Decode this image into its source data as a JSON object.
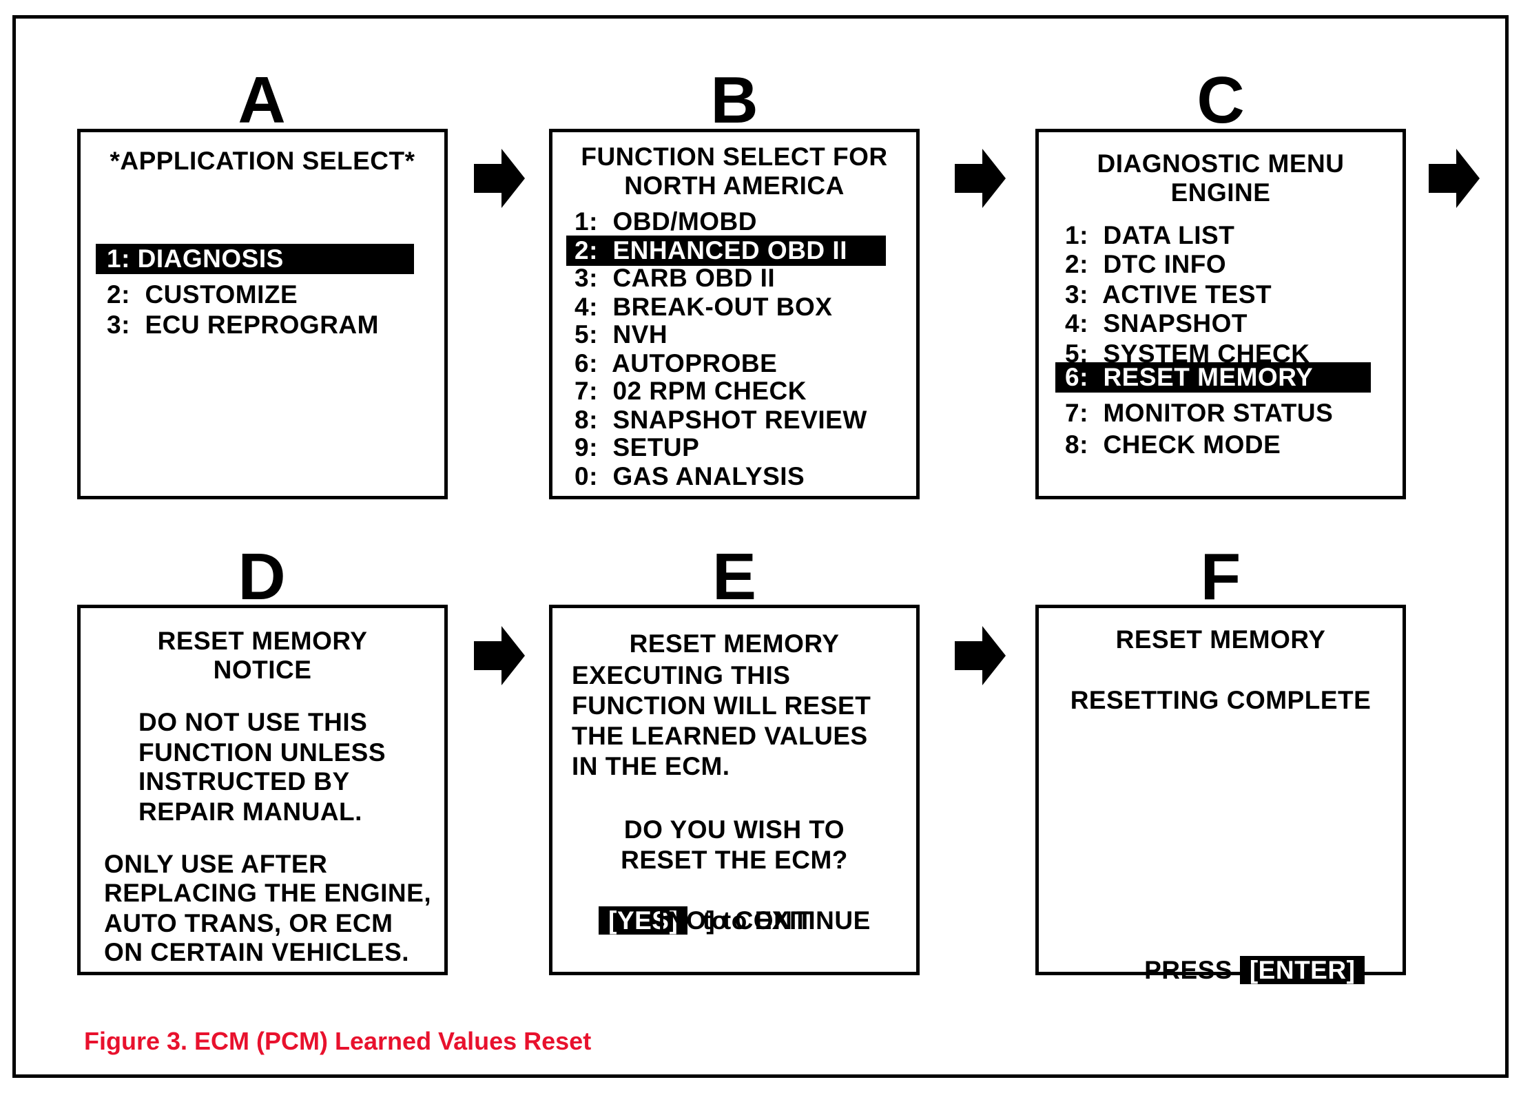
{
  "panels": {
    "A": {
      "letter": "A",
      "title": "*APPLICATION SELECT*",
      "items": [
        "1: DIAGNOSIS",
        "2:  CUSTOMIZE",
        "3:  ECU REPROGRAM"
      ]
    },
    "B": {
      "letter": "B",
      "title_line1": "FUNCTION SELECT FOR",
      "title_line2": "NORTH AMERICA",
      "items": [
        "1:  OBD/MOBD",
        "2:  ENHANCED OBD II",
        "3:  CARB OBD II",
        "4:  BREAK-OUT BOX",
        "5:  NVH",
        "6:  AUTOPROBE",
        "7:  02 RPM CHECK",
        "8:  SNAPSHOT REVIEW",
        "9:  SETUP",
        "0:  GAS ANALYSIS"
      ]
    },
    "C": {
      "letter": "C",
      "title_line1": "DIAGNOSTIC MENU",
      "title_line2": "ENGINE",
      "items": [
        "1:  DATA LIST",
        "2:  DTC INFO",
        "3:  ACTIVE TEST",
        "4:  SNAPSHOT",
        "5:  SYSTEM CHECK",
        "6:  RESET MEMORY",
        "7:  MONITOR STATUS",
        "8:  CHECK MODE"
      ]
    },
    "D": {
      "letter": "D",
      "title_line1": "RESET MEMORY",
      "title_line2": "NOTICE",
      "para1": [
        "DO NOT USE THIS",
        "FUNCTION UNLESS",
        "INSTRUCTED BY",
        "REPAIR MANUAL."
      ],
      "para2": [
        "ONLY USE AFTER",
        "REPLACING THE ENGINE,",
        "AUTO TRANS, OR ECM",
        "ON CERTAIN VEHICLES."
      ]
    },
    "E": {
      "letter": "E",
      "title": "RESET MEMORY",
      "para1": [
        "EXECUTING THIS",
        "FUNCTION WILL RESET",
        "THE LEARNED VALUES",
        "IN THE ECM."
      ],
      "question1": "DO YOU WISH TO",
      "question2": "RESET THE ECM?",
      "yes_label": "[YES]",
      "yes_suffix": "to CONTINUE",
      "no_line": "[NO] to EXIT"
    },
    "F": {
      "letter": "F",
      "title": "RESET MEMORY",
      "status": "RESETTING COMPLETE",
      "press_label": "PRESS",
      "enter_label": "[ENTER]"
    }
  },
  "caption": "Figure 3. ECM (PCM) Learned Values Reset",
  "colors": {
    "caption": "#e8112d",
    "highlight": "#000000"
  }
}
